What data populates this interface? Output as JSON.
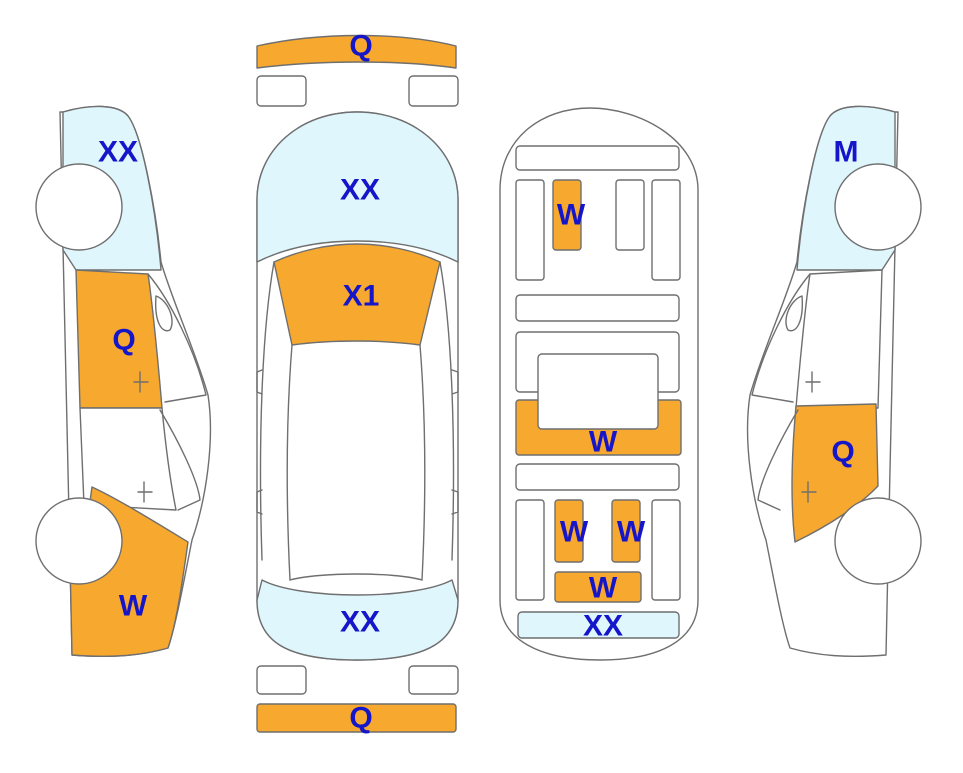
{
  "colors": {
    "damage_fill": "#F7A82E",
    "glass_fill": "#DFF6FD",
    "outline": "#6F6F6F",
    "code_text": "#1515C9"
  },
  "icons": [
    "car-left-side-icon",
    "car-top-view-icon",
    "car-underbody-icon",
    "car-right-side-icon"
  ],
  "codes": {
    "front_bumper": "Q",
    "rear_bumper": "Q",
    "windshield_top": "XX",
    "hood": "X1",
    "rear_window": "XX",
    "left_front": "XX",
    "left_front_door": "Q",
    "left_rear": "W",
    "right_front": "M",
    "right_rear_door": "Q",
    "under_front": "W",
    "under_middle": "W",
    "under_rear_left": "W",
    "under_rear_right": "W",
    "under_rear_bottom": "W",
    "under_rear_end": "XX"
  }
}
